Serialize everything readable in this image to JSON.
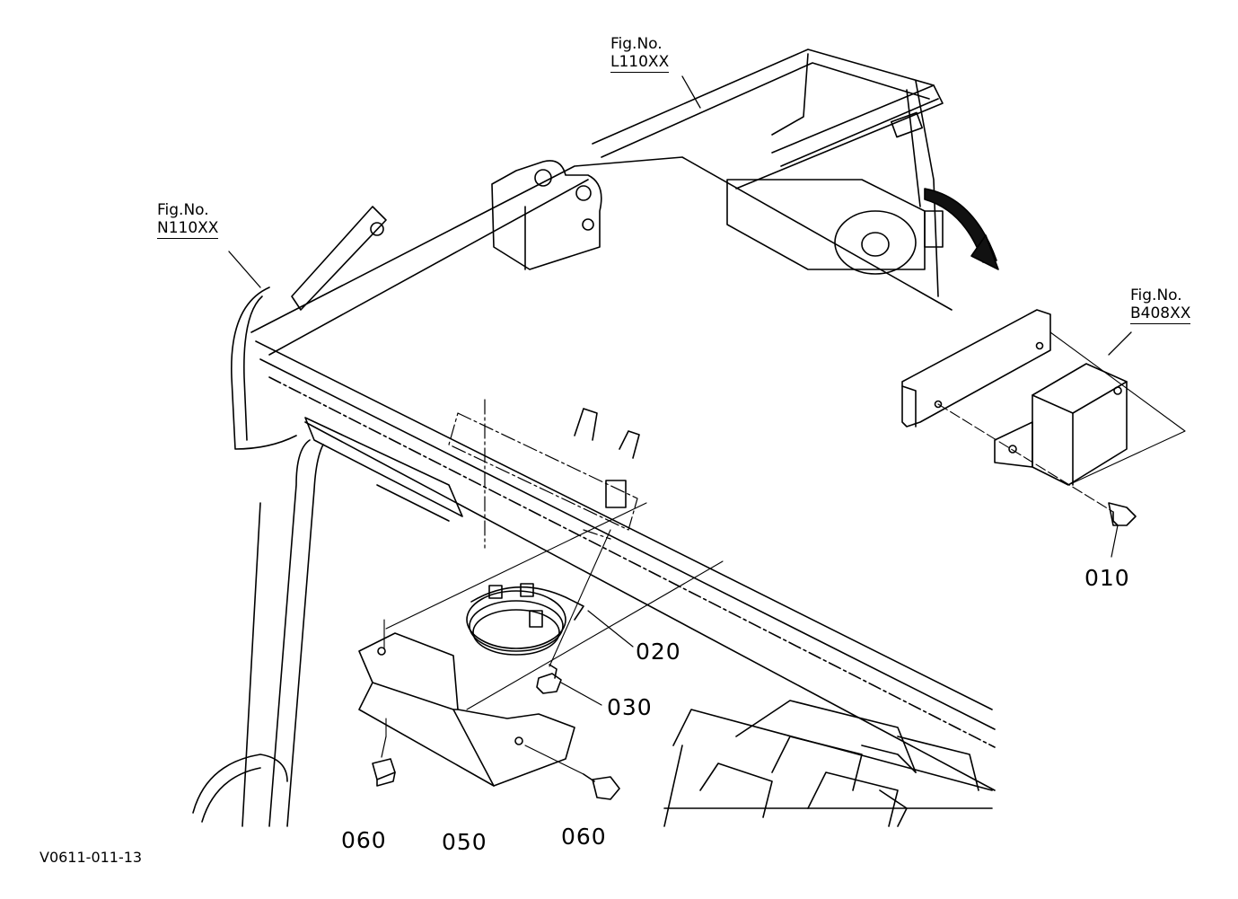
{
  "diagram": {
    "figure_refs": [
      {
        "caption": "Fig.No.",
        "code": "L110XX"
      },
      {
        "caption": "Fig.No.",
        "code": "N110XX"
      },
      {
        "caption": "Fig.No.",
        "code": "B408XX"
      }
    ],
    "part_numbers": [
      "010",
      "020",
      "030",
      "050",
      "060",
      "060"
    ],
    "document_id": "V0611-011-13"
  }
}
